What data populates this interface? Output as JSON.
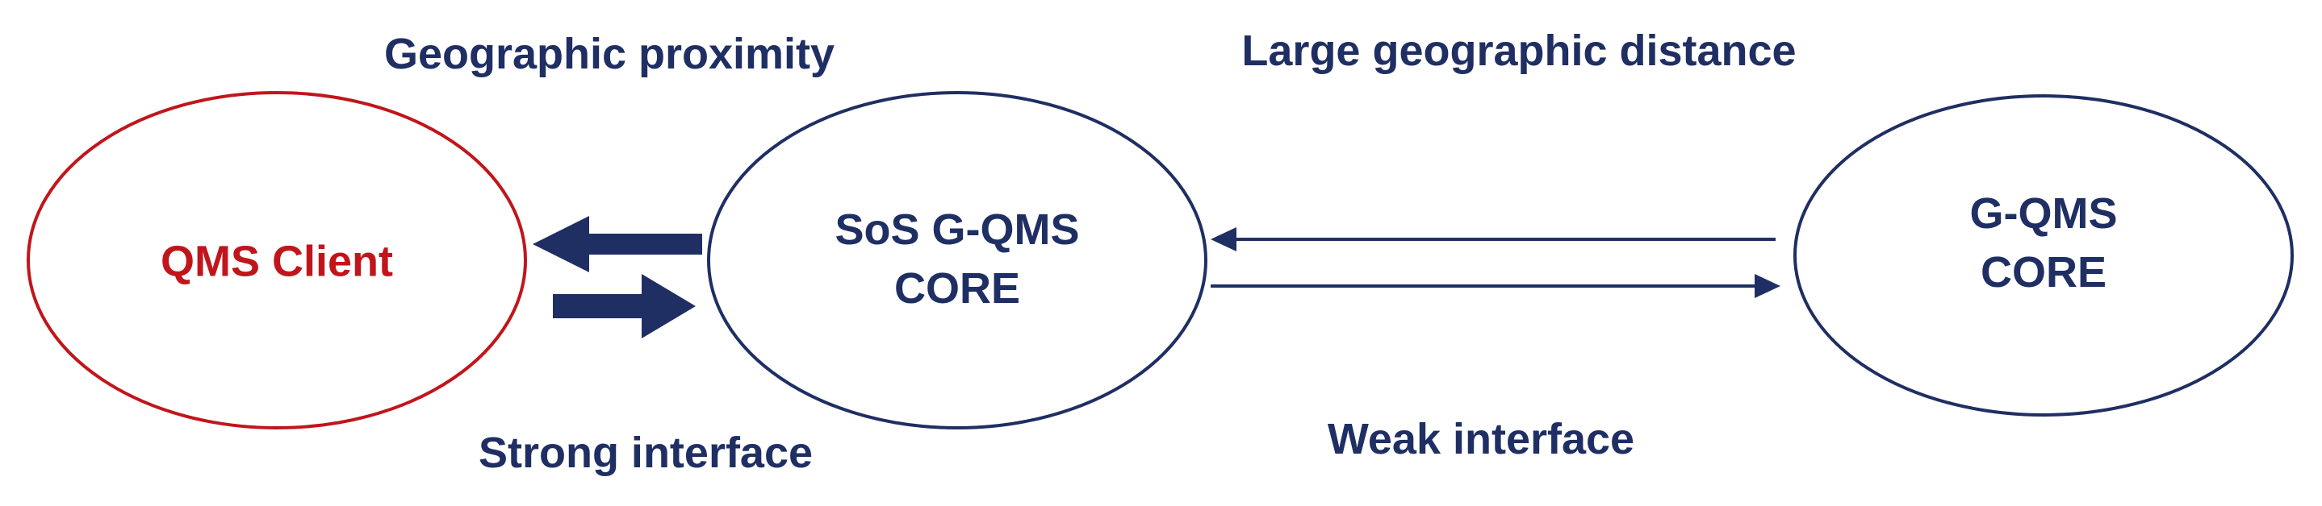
{
  "colors": {
    "client": "#c0161b",
    "core": "#1f2f63",
    "background": "#ffffff"
  },
  "captions": {
    "geographic_proximity": "Geographic proximity",
    "large_geographic_distance": "Large geographic distance",
    "strong_interface": "Strong interface",
    "weak_interface": "Weak interface"
  },
  "nodes": {
    "qms_client": {
      "label": "QMS Client"
    },
    "sos_core": {
      "line1": "SoS G-QMS",
      "line2": "CORE"
    },
    "gqms_core": {
      "line1": "G-QMS",
      "line2": "CORE"
    }
  }
}
